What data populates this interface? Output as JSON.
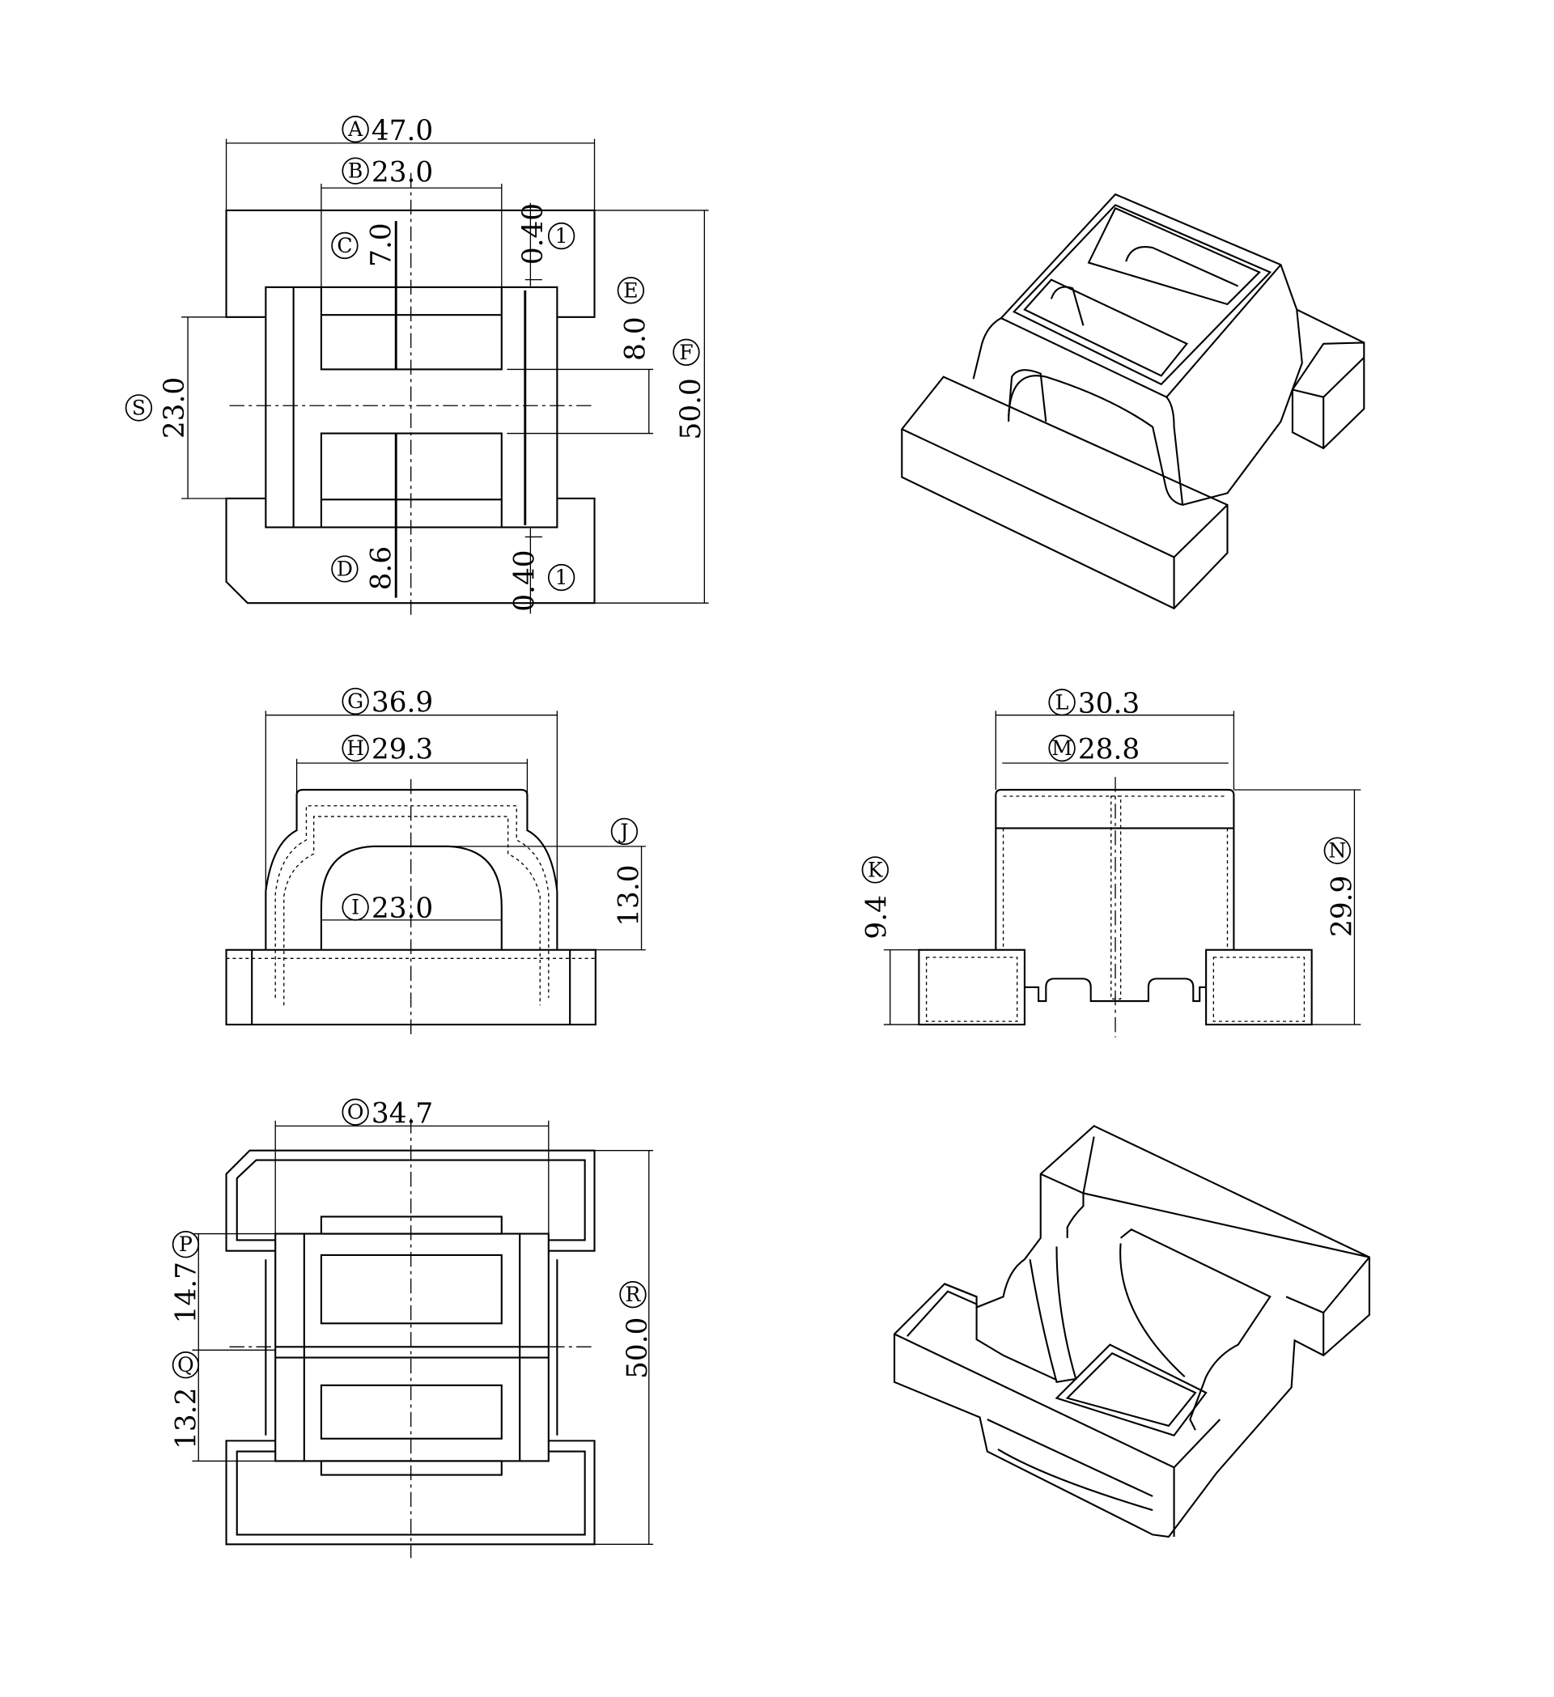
{
  "drawing": {
    "top_view": {
      "dims": [
        {
          "id": "A",
          "value": "47.0"
        },
        {
          "id": "B",
          "value": "23.0"
        },
        {
          "id": "C",
          "value": "7.0"
        },
        {
          "id": "1",
          "value": "0.40"
        },
        {
          "id": "E",
          "value": "8.0"
        },
        {
          "id": "F",
          "value": "50.0"
        },
        {
          "id": "S",
          "value": "23.0"
        },
        {
          "id": "D",
          "value": "8.6"
        },
        {
          "id": "1",
          "value": "0.40"
        }
      ]
    },
    "front_view": {
      "dims": [
        {
          "id": "G",
          "value": "36.9"
        },
        {
          "id": "H",
          "value": "29.3"
        },
        {
          "id": "J",
          "value": "13.0"
        },
        {
          "id": "I",
          "value": "23.0"
        }
      ]
    },
    "side_view": {
      "dims": [
        {
          "id": "L",
          "value": "30.3"
        },
        {
          "id": "M",
          "value": "28.8"
        },
        {
          "id": "K",
          "value": "9.4"
        },
        {
          "id": "N",
          "value": "29.9"
        }
      ]
    },
    "bottom_view": {
      "dims": [
        {
          "id": "O",
          "value": "34.7"
        },
        {
          "id": "P",
          "value": "14.7"
        },
        {
          "id": "Q",
          "value": "13.2"
        },
        {
          "id": "R",
          "value": "50.0"
        }
      ]
    }
  }
}
